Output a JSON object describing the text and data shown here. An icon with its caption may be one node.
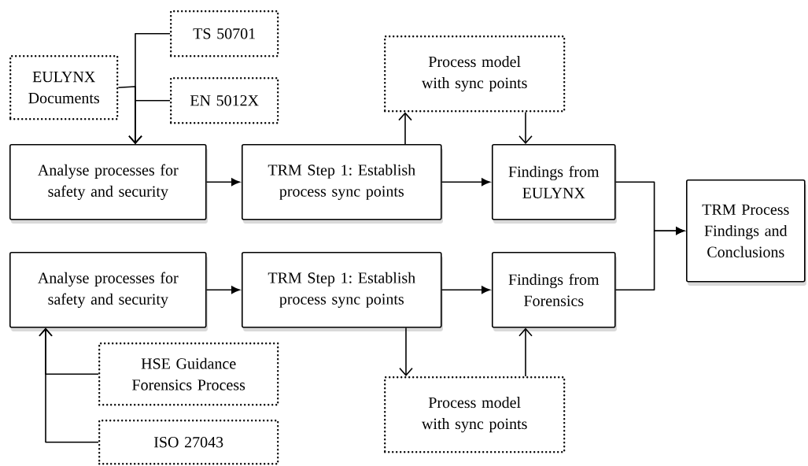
{
  "diagram": {
    "nodes": [
      {
        "text": [
          "EULYNX Documents"
        ]
      },
      {
        "text": [
          "TS 50701"
        ]
      },
      {
        "text": [
          "EN 5012X"
        ]
      },
      {
        "text": [
          "Analyse processes for safety and security"
        ]
      },
      {
        "text": [
          "TRM Step 1: Establish process sync points"
        ]
      },
      {
        "text": [
          "Process model with sync points"
        ]
      },
      {
        "text": [
          "Findings from EULYNX"
        ]
      },
      {
        "text": [
          "TRM Process Findings and Conclusions"
        ]
      },
      {
        "text": [
          "Analyse processes for safety and security"
        ]
      },
      {
        "text": [
          "TRM Step 1: Establish process sync points"
        ]
      },
      {
        "text": [
          "Findings from Forensics"
        ]
      },
      {
        "text": [
          "HSE Guidance Forensics Process"
        ]
      },
      {
        "text": [
          "ISO 27043"
        ]
      },
      {
        "text": [
          "Process model with sync points"
        ]
      }
    ],
    "edges": [
      {
        "from": 0,
        "to": 3,
        "arrow": "to"
      },
      {
        "from": 1,
        "to": 3,
        "arrow": "to"
      },
      {
        "from": 2,
        "to": 3,
        "arrow": "to"
      },
      {
        "from": 3,
        "to": 4,
        "arrow": "to"
      },
      {
        "from": 4,
        "to": 5,
        "arrow": "to"
      },
      {
        "from": 5,
        "to": 6,
        "arrow": "to"
      },
      {
        "from": 4,
        "to": 6,
        "arrow": "to"
      },
      {
        "from": 6,
        "to": 7,
        "arrow": "to"
      },
      {
        "from": 10,
        "to": 7,
        "arrow": "to"
      },
      {
        "from": 8,
        "to": 9,
        "arrow": "to"
      },
      {
        "from": 9,
        "to": 10,
        "arrow": "to"
      },
      {
        "from": 9,
        "to": 13,
        "arrow": "to"
      },
      {
        "from": 13,
        "to": 10,
        "arrow": "to"
      },
      {
        "from": 11,
        "to": 8,
        "arrow": "to"
      },
      {
        "from": 12,
        "to": 8,
        "arrow": "to"
      }
    ]
  }
}
